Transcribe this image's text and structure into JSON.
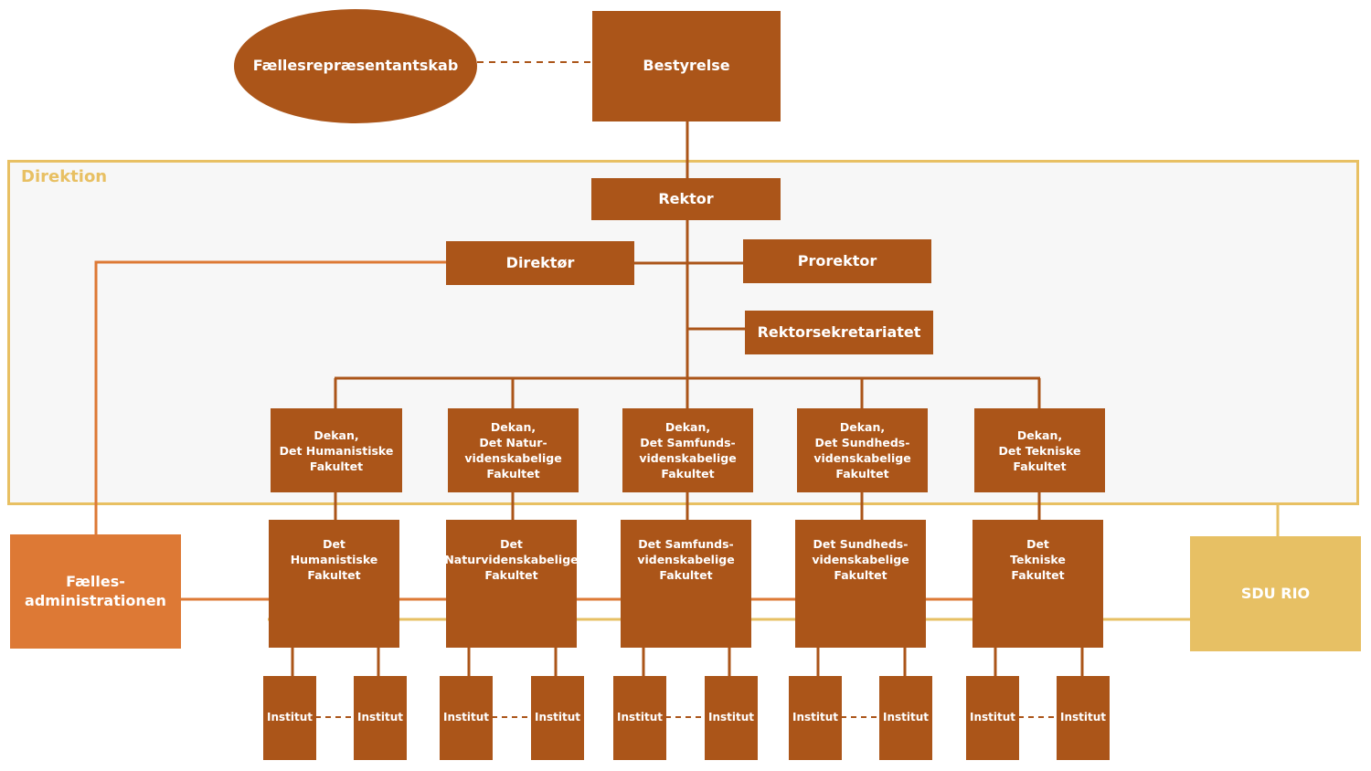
{
  "colors": {
    "primary": "#ab5519",
    "admin": "#dd7935",
    "rio": "#e7c064",
    "direktion_border": "#e8c063",
    "direktion_bg": "#f7f7f7"
  },
  "top": {
    "council": "Fællesrepræsentantskab",
    "board": "Bestyrelse"
  },
  "direktion": {
    "label": "Direktion",
    "rector": "Rektor",
    "director": "Direktør",
    "prorector": "Prorektor",
    "secretariat": "Rektorsekretariatet"
  },
  "deans": [
    "Dekan,\nDet Humanistiske\nFakultet",
    "Dekan,\nDet Natur-\nvidenskabelige\nFakultet",
    "Dekan,\nDet Samfunds-\nvidenskabelige\nFakultet",
    "Dekan,\nDet Sundheds-\nvidenskabelige\nFakultet",
    "Dekan,\nDet Tekniske\nFakultet"
  ],
  "faculties": [
    "Det\nHumanistiske\nFakultet",
    "Det\nNaturvidenskabelige\nFakultet",
    "Det Samfunds-\nvidenskabelige\nFakultet",
    "Det Sundheds-\nvidenskabelige\nFakultet",
    "Det\nTekniske\nFakultet"
  ],
  "institute_label": "Institut",
  "admin": "Fælles-\nadministrationen",
  "rio": "SDU RIO"
}
